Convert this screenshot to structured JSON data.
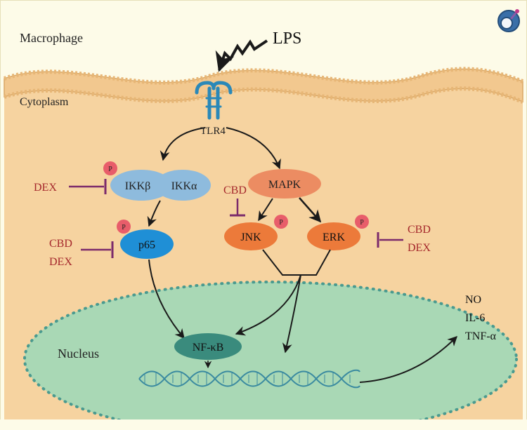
{
  "labels": {
    "macrophage": "Macrophage",
    "cytoplasm": "Cytoplasm",
    "nucleus": "Nucleus",
    "lps": "LPS",
    "tlr4": "TLR4"
  },
  "nodes": {
    "ikkb": "IKKβ",
    "ikka": "IKKα",
    "mapk": "MAPK",
    "p65": "p65",
    "jnk": "JNK",
    "erk": "ERK",
    "nfkb": "NF-κB"
  },
  "phospho_label": "P",
  "inhibitors": {
    "ikk": [
      "DEX"
    ],
    "jnk": [
      "CBD"
    ],
    "p65": [
      "CBD",
      "DEX"
    ],
    "erk": [
      "CBD",
      "DEX"
    ]
  },
  "outputs": [
    "NO",
    "IL-6",
    "TNF-α"
  ],
  "colors": {
    "background": "#fdfbe8",
    "cytoplasm": "#f6d3a0",
    "membrane": "#f2c88f",
    "nucleus": "#a9d8b5",
    "nucleus_dots": "#4a9a8f",
    "ikk": "#8ebbdd",
    "mapk": "#ec8c62",
    "p65": "#1f8fd6",
    "jnk_erk": "#ec7a3a",
    "nfkb": "#3a8b7d",
    "phospho": "#e85d6a",
    "inhibitor": "#7b2a6b",
    "inhibitor_text": "#a5282c",
    "receptor": "#2a88b8",
    "dna": "#3a8aa0"
  },
  "icons": {
    "corner": "magnifier-icon",
    "ligand": "lightning-zigzag-icon",
    "receptor": "tlr4-receptor-icon",
    "dna": "dna-helix-icon"
  }
}
